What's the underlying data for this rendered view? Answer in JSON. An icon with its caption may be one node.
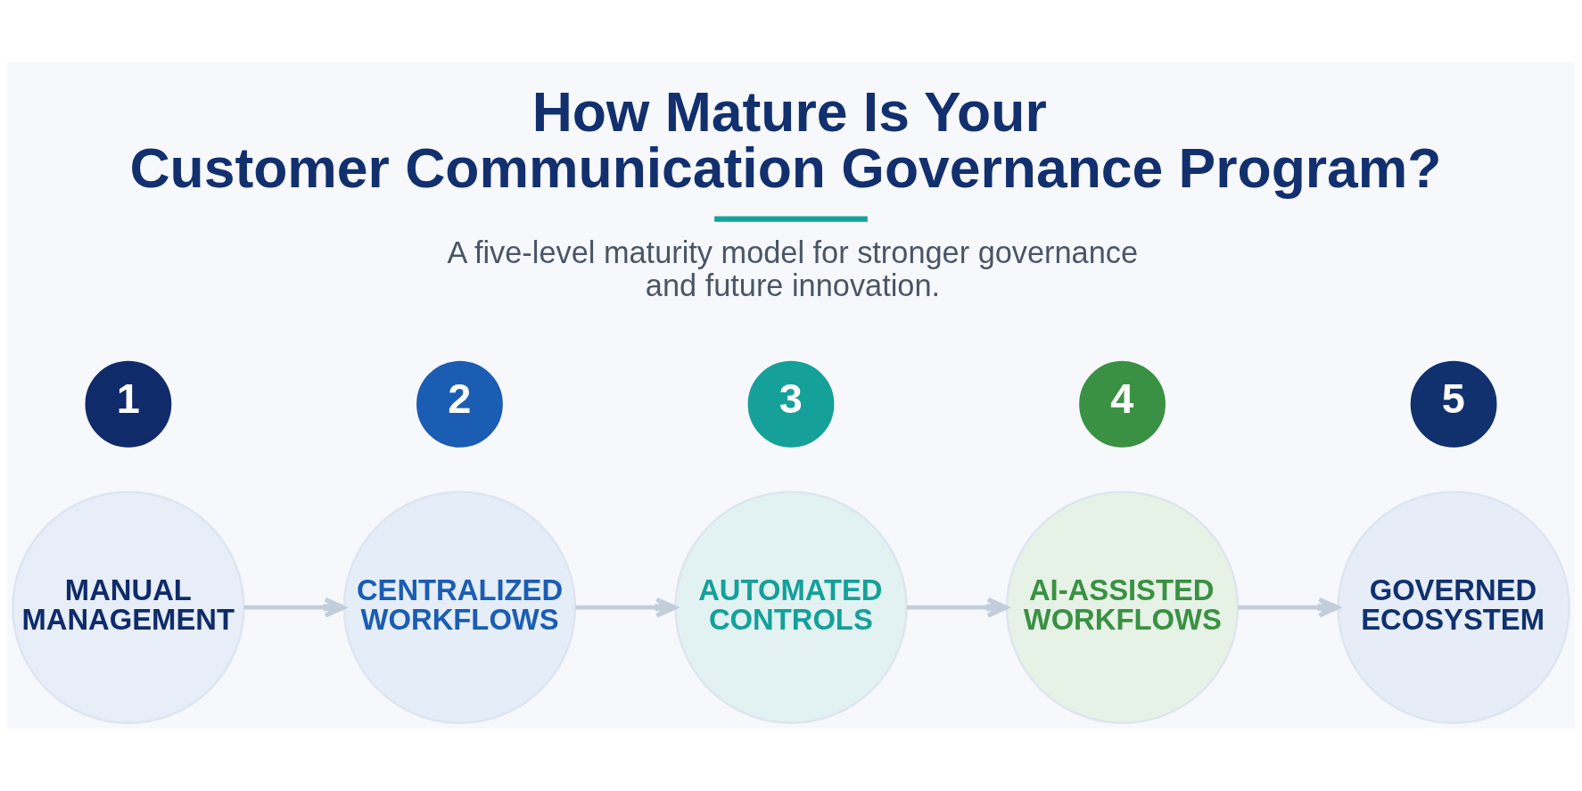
{
  "diagram": {
    "title": "How Mature Is Your Customer Communication Governance Program?",
    "caption": "A five-level maturity model for stronger governance and future innovation.",
    "nodes": [
      {
        "text": [
          "1"
        ]
      },
      {
        "text": [
          "MANUAL MANAGEMENT"
        ]
      },
      {
        "text": [
          "2"
        ]
      },
      {
        "text": [
          "CENTRALIZED WORKFLOWS"
        ]
      },
      {
        "text": [
          "3"
        ]
      },
      {
        "text": [
          "AUTOMATED CONTROLS"
        ]
      },
      {
        "text": [
          "4"
        ]
      },
      {
        "text": [
          "AI-ASSISTED WORKFLOWS"
        ]
      },
      {
        "text": [
          "5"
        ]
      },
      {
        "text": [
          "GOVERNED ECOSYSTEM"
        ]
      }
    ],
    "edges": [
      {
        "from": 1,
        "to": 3,
        "arrow": "to"
      },
      {
        "from": 3,
        "to": 5,
        "arrow": "to"
      },
      {
        "from": 5,
        "to": 7,
        "arrow": "to"
      },
      {
        "from": 7,
        "to": 9,
        "arrow": "to"
      }
    ]
  }
}
